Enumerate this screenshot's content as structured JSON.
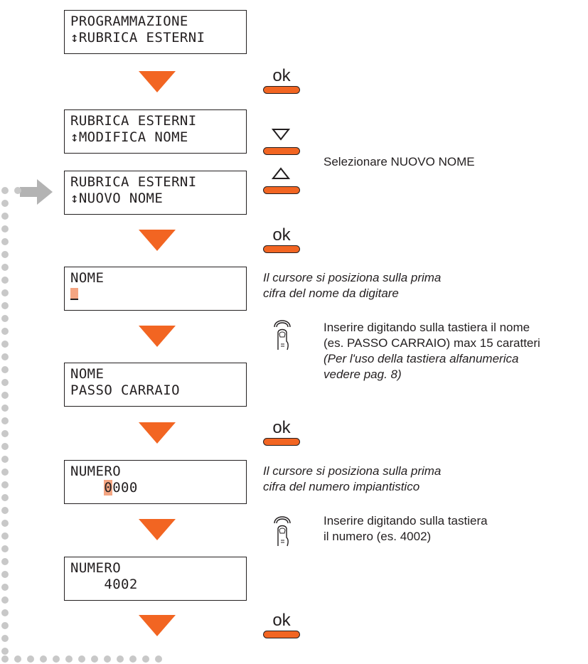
{
  "screens": [
    {
      "line1": "PROGRAMMAZIONE",
      "line2": "↕RUBRICA ESTERNI"
    },
    {
      "line1": "RUBRICA ESTERNI",
      "line2": "↕MODIFICA NOME"
    },
    {
      "line1": "RUBRICA ESTERNI",
      "line2": "↕NUOVO NOME"
    },
    {
      "line1": "NOME",
      "line2": ""
    },
    {
      "line1": "NOME",
      "line2": "PASSO CARRAIO"
    },
    {
      "line1": "NUMERO",
      "line2_cursor": "0",
      "line2_rest": "000"
    },
    {
      "line1": "NUMERO",
      "line2": "    4002"
    }
  ],
  "buttons": {
    "ok_label": "ok",
    "down_icon": "triangle-down-icon",
    "up_icon": "triangle-up-icon"
  },
  "notes": {
    "select_new_name": "Selezionare NUOVO NOME",
    "cursor_name_1": "Il cursore si posiziona sulla prima",
    "cursor_name_2": "cifra del nome da digitare",
    "insert_name_1": "Inserire digitando sulla tastiera il nome",
    "insert_name_2": "(es. PASSO CARRAIO) max 15 caratteri",
    "insert_name_3": "(Per l'uso della tastiera alfanumerica",
    "insert_name_4": "vedere pag. 8)",
    "cursor_number_1": "Il cursore si posiziona sulla prima",
    "cursor_number_2": "cifra del numero impiantistico",
    "insert_number_1": "Inserire digitando sulla tastiera",
    "insert_number_2": "il numero (es. 4002)"
  },
  "colors": {
    "accent": "#f26522",
    "cursor_highlight": "#f4a582",
    "loop_dots": "#c8c8c8",
    "loop_arrow": "#b3b3b3",
    "text": "#231f20"
  },
  "icons": {
    "finger_press": "finger-press-icon",
    "loop_arrow": "right-arrow-icon"
  }
}
